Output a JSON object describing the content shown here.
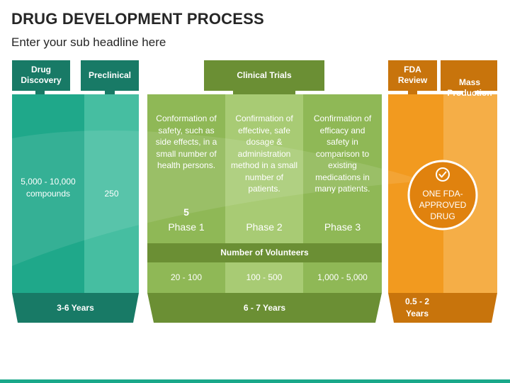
{
  "header": {
    "title": "DRUG DEVELOPMENT PROCESS",
    "subtitle": "Enter your sub headline here"
  },
  "colors": {
    "teal_dark": "#187a66",
    "teal": "#1fa88a",
    "teal_light": "#46bea1",
    "green_dark": "#6b8f34",
    "green": "#8fb856",
    "green_light": "#a8cb74",
    "orange_dark": "#c8740c",
    "orange": "#f29a1f",
    "orange_light": "#f5ae47"
  },
  "stages": {
    "drug_discovery": "Drug Discovery",
    "preclinical": "Preclinical",
    "clinical_trials": "Clinical Trials",
    "fda_review": "FDA Review",
    "mass_production": "Mass Production"
  },
  "discovery": {
    "compounds": "5,000 - 10,000 compounds",
    "preclinical_count": "250",
    "duration": "3-6 Years"
  },
  "phases": [
    {
      "description": "Conformation of safety, such as side effects, in a small number of health persons.",
      "label": "Phase 1",
      "volunteers": "20 - 100",
      "extra_number": "5"
    },
    {
      "description": "Confirmation of effective, safe dosage & administration method in a small number of patients.",
      "label": "Phase 2",
      "volunteers": "100 - 500"
    },
    {
      "description": "Confirmation of efficacy and safety in comparison to existing medications in many patients.",
      "label": "Phase 3",
      "volunteers": "1,000 - 5,000"
    }
  ],
  "clinical": {
    "volunteers_header": "Number of Volunteers",
    "duration": "6 - 7 Years"
  },
  "approval": {
    "text": "ONE FDA-APPROVED DRUG",
    "icon": "check-circle-icon",
    "duration": "0.5 - 2 Years"
  }
}
